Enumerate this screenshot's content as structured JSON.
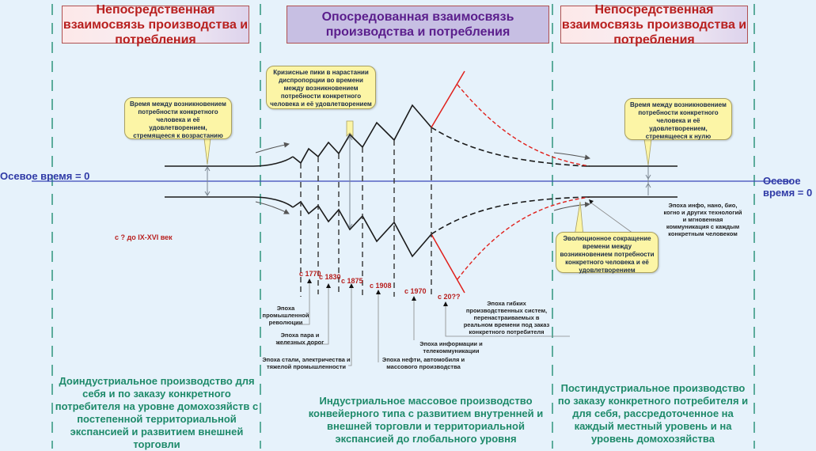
{
  "headers": {
    "left": "Непосредственная взаимосвязь производства и потребления",
    "middle": "Опосредованная взаимосвязь производства и потребления",
    "right": "Непосредственная взаимосвязь производства и потребления"
  },
  "axis_label": {
    "left": "Осевое время = 0",
    "right": "Осевое время = 0"
  },
  "callouts": {
    "growing": "Время между возникновением потребности конкретного человека и её удовлетворением, стремящееся к возрастанию",
    "crisis": "Кризисные пики в нарастании диспропорции во времени между возникновением потребности конкретного человека и её удовлетворением",
    "to_zero": "Время между возникновением потребности конкретного человека и её удовлетворением, стремящееся к нулю",
    "evolution": "Эволюционное сокращение времени между возникновением потребности конкретного человека и её удовлетворением"
  },
  "info_epoch": "Эпоха инфо, нано, био, когно и других технологий и мгновенная коммуникация с каждым конкретным человеком",
  "years": {
    "pre": "с ? до IX-XVI век",
    "y1770": "с 1770",
    "y1830": "с 1830",
    "y1875": "с 1875",
    "y1908": "с 1908",
    "y1970": "с 1970",
    "y20xx": "с 20??"
  },
  "epochs": {
    "industrial": "Эпоха промышленной революции",
    "steam": "Эпоха пара и железных дорог",
    "steel": "Эпоха стали, электричества и тяжелой промышленности",
    "oil": "Эпоха нефти, автомобиля и массового производства",
    "info": "Эпоха информации и телекоммуникации",
    "flexible": "Эпоха гибких производственных систем, перенастраиваемых в реальном времени под заказ конкретного потребителя"
  },
  "bottom": {
    "left": "Доиндустриальное производство для себя и по заказу конкретного потребителя на уровне домохозяйств с постепенной территориальной экспансией и развитием внешней торговли",
    "middle": "Индустриальное массовое производство конвейерного типа с развитием внутренней и внешней торговли и территориальной экспансией до глобального уровня",
    "right": "Постиндустриальное производство по заказу конкретного потребителя и для себя, рассредоточенное на каждый местный уровень и на уровень домохозяйства"
  },
  "colors": {
    "divider": "#3a9a84",
    "axis": "#3b47b8",
    "curve": "#1a1a1a",
    "forecast": "#e0201b"
  }
}
